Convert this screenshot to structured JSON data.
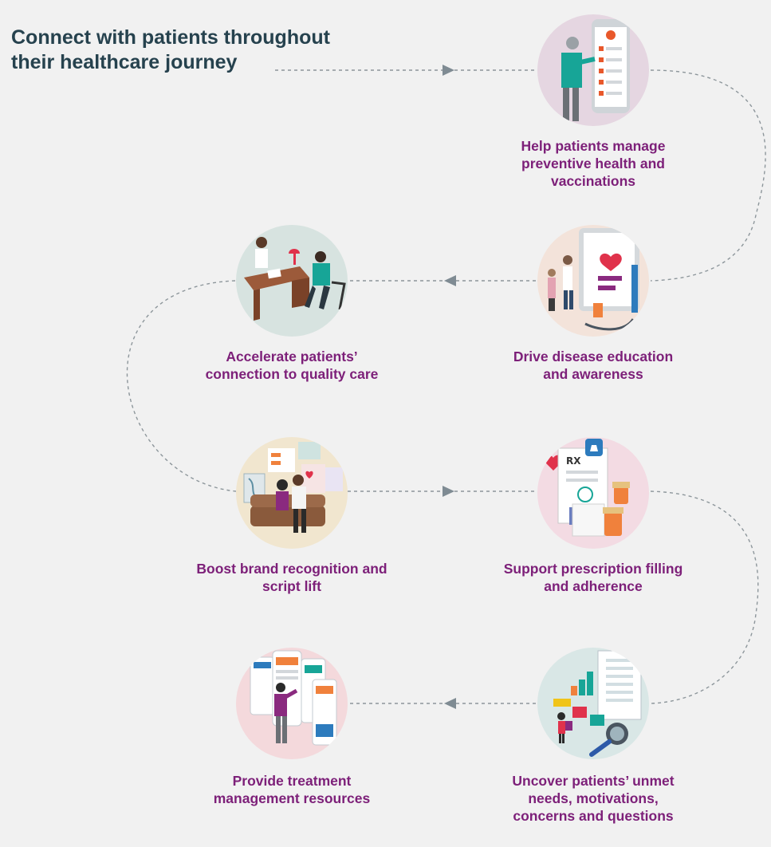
{
  "title_lines": [
    "Connect with patients throughout",
    "their healthcare journey"
  ],
  "steps": [
    {
      "id": "preventive-health",
      "label_lines": [
        "Help patients manage",
        "preventive health and",
        "vaccinations"
      ],
      "icon": "patient-with-phone-checklist-icon",
      "circle_color": "#e5d6e1"
    },
    {
      "id": "disease-education",
      "label_lines": [
        "Drive disease education",
        "and awareness"
      ],
      "icon": "doctor-with-tablet-heart-icon",
      "circle_color": "#f3e3da"
    },
    {
      "id": "quality-care",
      "label_lines": [
        "Accelerate patients’",
        "connection to quality care"
      ],
      "icon": "doctor-consultation-desk-icon",
      "circle_color": "#d7e3e0"
    },
    {
      "id": "brand-recognition",
      "label_lines": [
        "Boost brand recognition and",
        "script lift"
      ],
      "icon": "couple-on-couch-ads-icon",
      "circle_color": "#f1e6cf"
    },
    {
      "id": "prescription-filling",
      "label_lines": [
        "Support prescription filling",
        "and adherence"
      ],
      "icon": "prescription-and-pills-icon",
      "circle_color": "#f3dbe3"
    },
    {
      "id": "unmet-needs",
      "label_lines": [
        "Uncover patients’ unmet",
        "needs, motivations,",
        "concerns and questions"
      ],
      "icon": "analytics-magnifier-icon",
      "circle_color": "#d9e7e6"
    },
    {
      "id": "treatment-resources",
      "label_lines": [
        "Provide treatment",
        "management resources"
      ],
      "icon": "patient-with-app-screens-icon",
      "circle_color": "#f4d9dc"
    }
  ],
  "colors": {
    "title": "#26424e",
    "label": "#7d2079",
    "connector": "#8d969b",
    "arrow": "#7f8b93",
    "background": "#f1f1f1"
  }
}
